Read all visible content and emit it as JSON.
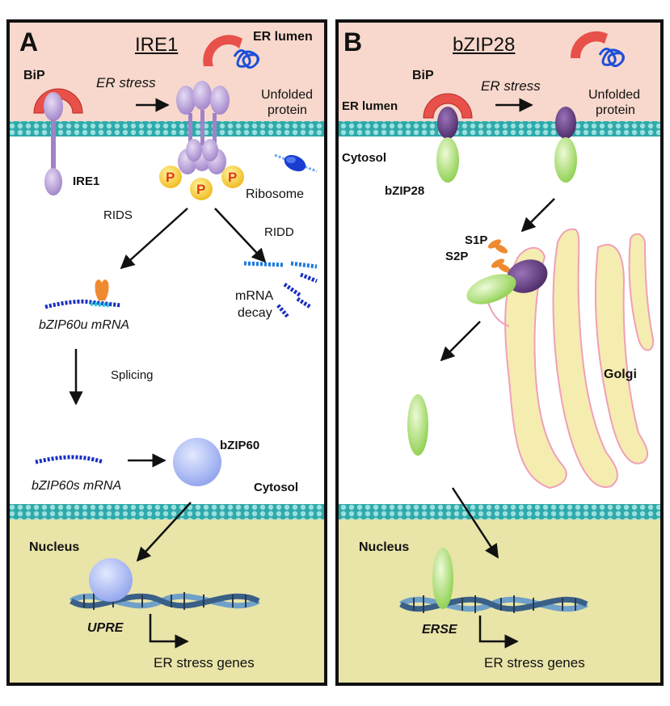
{
  "panelA": {
    "letter": "A",
    "title": "IRE1",
    "er_lumen": "ER lumen",
    "bip": "BiP",
    "er_stress": "ER stress",
    "unfolded_protein_line1": "Unfolded",
    "unfolded_protein_line2": "protein",
    "ire1": "IRE1",
    "p": "P",
    "ribosome": "Ribosome",
    "rids": "RIDS",
    "ridd": "RIDD",
    "bzip60u": "bZIP60u mRNA",
    "mrna_decay_line1": "mRNA",
    "mrna_decay_line2": "decay",
    "splicing": "Splicing",
    "bzip60s": "bZIP60s mRNA",
    "bzip60": "bZIP60",
    "cytosol": "Cytosol",
    "nucleus": "Nucleus",
    "upre": "UPRE",
    "er_stress_genes": "ER stress genes"
  },
  "panelB": {
    "letter": "B",
    "title": "bZIP28",
    "bip": "BiP",
    "er_stress": "ER stress",
    "unfolded_protein_line1": "Unfolded",
    "unfolded_protein_line2": "protein",
    "er_lumen": "ER lumen",
    "cytosol": "Cytosol",
    "bzip28": "bZIP28",
    "s1p": "S1P",
    "s2p": "S2P",
    "golgi": "Golgi",
    "nucleus": "Nucleus",
    "erse": "ERSE",
    "er_stress_genes": "ER stress genes"
  },
  "colors": {
    "er_lumen_bg": "#f8d8cc",
    "cytosol_bg": "#ffffff",
    "nucleus_bg": "#e9e4a8",
    "membrane": "#3fb8b8",
    "bip": "#e8504a",
    "ire1": "#b59ad6",
    "bzip28_green": "#a8d86a",
    "bzip28_purple": "#5e3a7a",
    "golgi": "#f5ecb0",
    "mrna": "#1a2fc0",
    "bzip60": "#aab8f0",
    "p_circle": "#f0c020"
  }
}
